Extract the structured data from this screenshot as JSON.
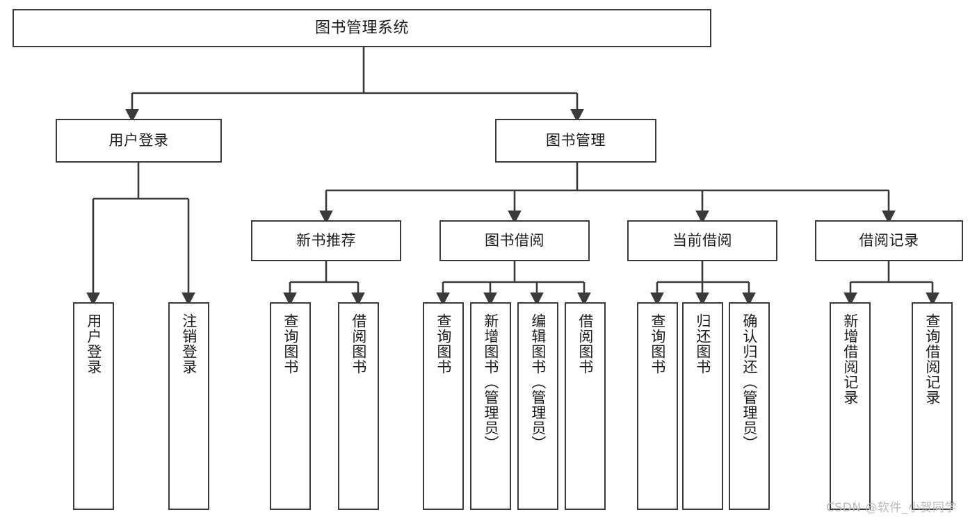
{
  "diagram": {
    "title": "图书管理系统",
    "watermark": "CSDN @软件_小贺同学",
    "edge_color": "#3a3a3a",
    "box_border_color": "#3a3a3a",
    "background_color": "#ffffff",
    "text_color": "#1c1c1c"
  },
  "nodes": {
    "root": {
      "label": "图书管理系统"
    },
    "level1": [
      {
        "label": "用户登录"
      },
      {
        "label": "图书管理"
      }
    ],
    "level2": [
      {
        "label": "新书推荐"
      },
      {
        "label": "图书借阅"
      },
      {
        "label": "当前借阅"
      },
      {
        "label": "借阅记录"
      }
    ],
    "leaves": {
      "user_login": [
        {
          "label": "用户登录"
        },
        {
          "label": "注销登录"
        }
      ],
      "new_book": [
        {
          "label": "查询图书"
        },
        {
          "label": "借阅图书"
        }
      ],
      "book_borrow": [
        {
          "label": "查询图书"
        },
        {
          "label": "新增图书（管理员）"
        },
        {
          "label": "编辑图书（管理员）"
        },
        {
          "label": "借阅图书"
        }
      ],
      "current_borrow": [
        {
          "label": "查询图书"
        },
        {
          "label": "归还图书"
        },
        {
          "label": "确认归还（管理员）"
        }
      ],
      "borrow_record": [
        {
          "label": "新增借阅记录"
        },
        {
          "label": "查询借阅记录"
        }
      ]
    }
  }
}
